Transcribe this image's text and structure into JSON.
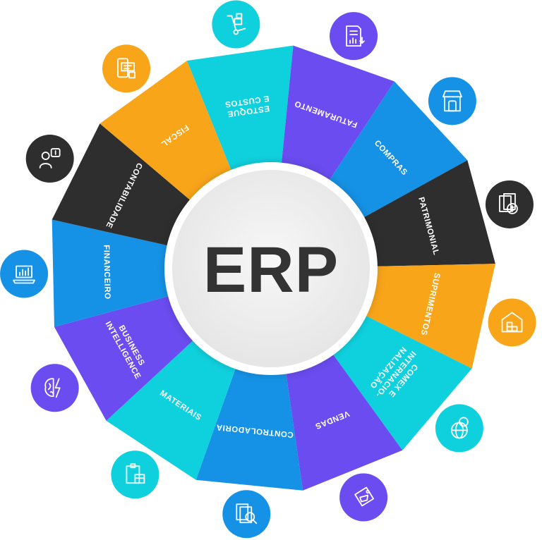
{
  "center": {
    "title": "ERP"
  },
  "segments": [
    {
      "id": "estoque",
      "lines": [
        "ESTOQUE",
        "E CUSTOS"
      ],
      "color": "#0fd1de",
      "icon": "hand-truck-icon"
    },
    {
      "id": "faturamento",
      "lines": [
        "FATURAMENTO"
      ],
      "color": "#6a4cf0",
      "icon": "invoice-chart-icon"
    },
    {
      "id": "compras",
      "lines": [
        "COMPRAS"
      ],
      "color": "#1592e6",
      "icon": "storefront-icon"
    },
    {
      "id": "patrimonial",
      "lines": [
        "PATRIMONIAL"
      ],
      "color": "#2e2e2e",
      "icon": "documents-money-icon"
    },
    {
      "id": "suprimentos",
      "lines": [
        "SUPRIMENTOS"
      ],
      "color": "#f9a51a",
      "icon": "warehouse-icon"
    },
    {
      "id": "comex",
      "lines": [
        "COMEX E",
        "INTERNACIO-",
        "NALIZAÇÃO"
      ],
      "color": "#0fd1de",
      "icon": "globe-money-icon"
    },
    {
      "id": "vendas",
      "lines": [
        "VENDAS"
      ],
      "color": "#6a4cf0",
      "icon": "shopping-tag-icon"
    },
    {
      "id": "controladoria",
      "lines": [
        "CONTROLADORIA"
      ],
      "color": "#1592e6",
      "icon": "documents-search-icon"
    },
    {
      "id": "materiais",
      "lines": [
        "MATERIAIS"
      ],
      "color": "#0fd1de",
      "icon": "clipboard-box-icon"
    },
    {
      "id": "bi",
      "lines": [
        "BUSINESS",
        "INTELLIGENCE"
      ],
      "color": "#6a4cf0",
      "icon": "brain-icon"
    },
    {
      "id": "financeiro",
      "lines": [
        "FINANCEIRO"
      ],
      "color": "#1592e6",
      "icon": "laptop-chart-icon"
    },
    {
      "id": "contabilidade",
      "lines": [
        "CONTABILIDADE"
      ],
      "color": "#2e2e2e",
      "icon": "accountant-icon"
    },
    {
      "id": "fiscal",
      "lines": [
        "FISCAL"
      ],
      "color": "#f9a51a",
      "icon": "mobile-tax-icon"
    }
  ]
}
